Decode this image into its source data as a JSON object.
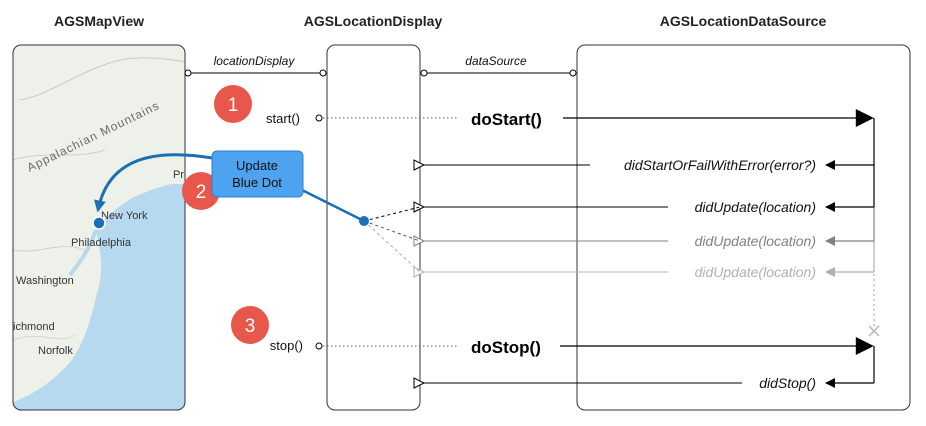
{
  "headers": {
    "mapview": "AGSMapView",
    "display": "AGSLocationDisplay",
    "datasource": "AGSLocationDataSource"
  },
  "links": {
    "location_display": "locationDisplay",
    "data_source": "dataSource"
  },
  "steps": [
    "1",
    "2",
    "3"
  ],
  "methods": {
    "start": "start()",
    "stop": "stop()",
    "do_start": "doStart()",
    "do_stop": "doStop()"
  },
  "callbacks": {
    "did_start": "didStartOrFailWithError(error?)",
    "did_update_1": "didUpdate(location)",
    "did_update_2": "didUpdate(location)",
    "did_update_3": "didUpdate(location)",
    "did_stop": "didStop()"
  },
  "callout": {
    "line1": "Update",
    "line2": "Blue Dot"
  },
  "map_labels": {
    "mountains": "Appalachian Mountains",
    "new_york": "New York",
    "philadelphia": "Philadelphia",
    "washington": "Washington",
    "richmond": "ichmond",
    "norfolk": "Norfolk",
    "providence": "Pr"
  },
  "colors": {
    "badge": "#e8574c",
    "callout_fill": "#4da3f0",
    "callout_stroke": "#2a7fd0",
    "dot": "#1a6fb5",
    "fade_1": "#808080",
    "fade_2": "#b0b0b0",
    "water": "#b6d9ef",
    "land": "#eef0ea"
  }
}
